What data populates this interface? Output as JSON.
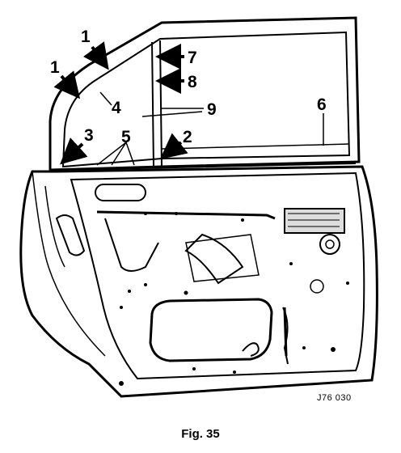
{
  "figure": {
    "caption": "Fig. 35",
    "reference_code": "J76 030",
    "callouts": [
      {
        "label": "1"
      },
      {
        "label": "1"
      },
      {
        "label": "3"
      },
      {
        "label": "4"
      },
      {
        "label": "5"
      },
      {
        "label": "2"
      },
      {
        "label": "6"
      },
      {
        "label": "7"
      },
      {
        "label": "8"
      },
      {
        "label": "9"
      }
    ]
  }
}
